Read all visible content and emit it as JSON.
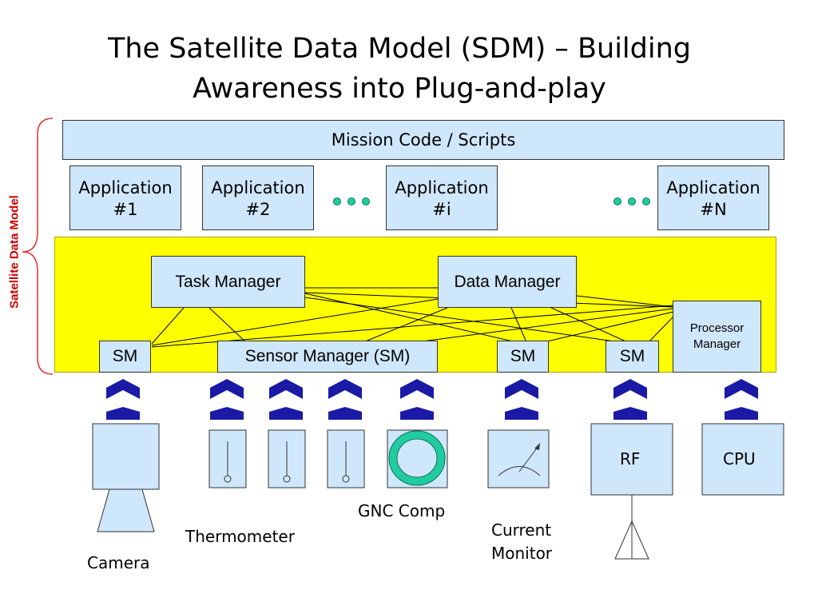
{
  "title": "The Satellite Data Model (SDM) – Building Awareness into Plug-and-play",
  "side_label": "Satellite Data Model",
  "mission": "Mission Code / Scripts",
  "apps": [
    {
      "line1": "Application",
      "line2": "#1"
    },
    {
      "line1": "Application",
      "line2": "#2"
    },
    {
      "line1": "Application",
      "line2": "#i"
    },
    {
      "line1": "Application",
      "line2": "#N"
    }
  ],
  "managers": {
    "task": "Task Manager",
    "data": "Data Manager",
    "processor_line1": "Processor",
    "processor_line2": "Manager",
    "sm": "SM",
    "sensor": "Sensor Manager (SM)"
  },
  "devices": {
    "rf": "RF",
    "cpu": "CPU",
    "camera": "Camera",
    "thermometer": "Thermometer",
    "gnc": "GNC Comp",
    "current_line1": "Current",
    "current_line2": "Monitor"
  },
  "colors": {
    "box_fill": "#cfe7fb",
    "sdm_layer": "#ffff00",
    "connector": "#1a1aa6",
    "dots": "#1fcca0",
    "brace": "#e03030",
    "side_label": "#cc0000"
  }
}
